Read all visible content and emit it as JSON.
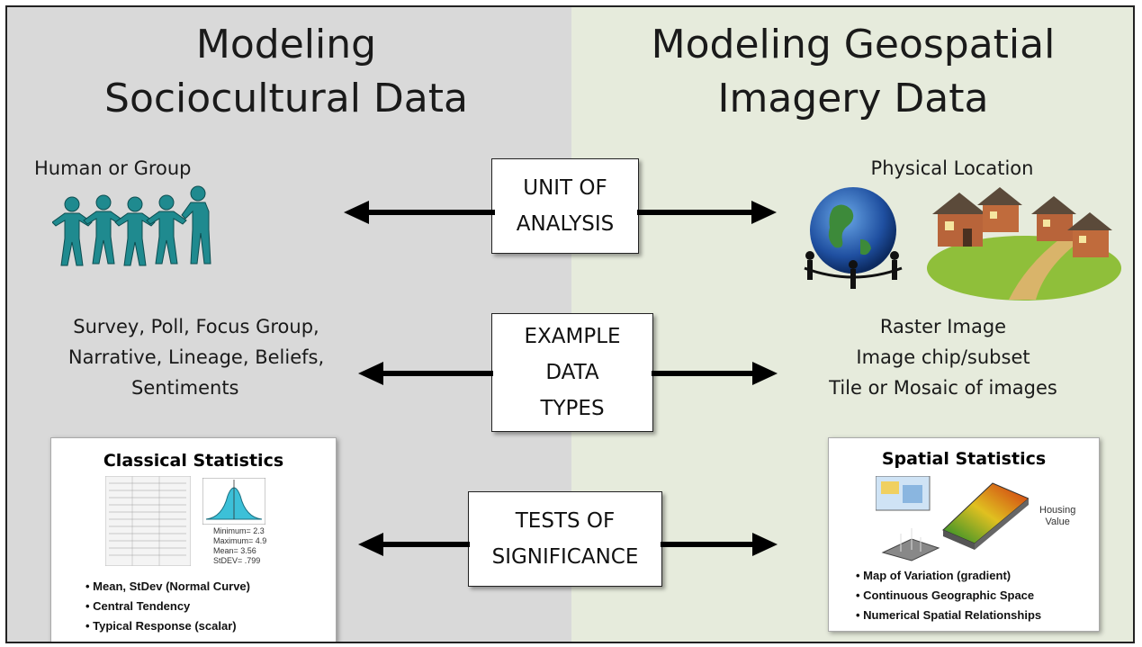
{
  "left": {
    "title_line1": "Modeling",
    "title_line2": "Sociocultural Data",
    "unit_label": "Human or Group",
    "data_types": [
      "Survey, Poll, Focus Group,",
      "Narrative,  Lineage, Beliefs,",
      "Sentiments"
    ],
    "stats_card": {
      "title": "Classical Statistics",
      "stats": [
        "Minimum= 2.3",
        "Maximum= 4.9",
        "Mean= 3.56",
        "StDEV= .799"
      ],
      "bullets": [
        "• Mean, StDev (Normal Curve)",
        "• Central Tendency",
        "• Typical Response (scalar)"
      ]
    }
  },
  "right": {
    "title_line1": "Modeling Geospatial",
    "title_line2": "Imagery Data",
    "unit_label": "Physical Location",
    "data_types": [
      "Raster Image",
      "Image chip/subset",
      "Tile or Mosaic of images"
    ],
    "stats_card": {
      "title": "Spatial Statistics",
      "side_label": [
        "Housing",
        "Value"
      ],
      "bullets": [
        "• Map of Variation (gradient)",
        "• Continuous Geographic Space",
        "• Numerical Spatial Relationships"
      ]
    }
  },
  "center": {
    "unit_box": [
      "UNIT OF",
      "ANALYSIS"
    ],
    "types_box": [
      "EXAMPLE",
      "DATA",
      "TYPES"
    ],
    "tests_box": [
      "TESTS OF",
      "SIGNIFICANCE"
    ]
  },
  "colors": {
    "left_bg": "#d9d9d9",
    "right_bg": "#e6ebdc",
    "people": "#1f8a8f",
    "globe": "#1f4fa0"
  }
}
